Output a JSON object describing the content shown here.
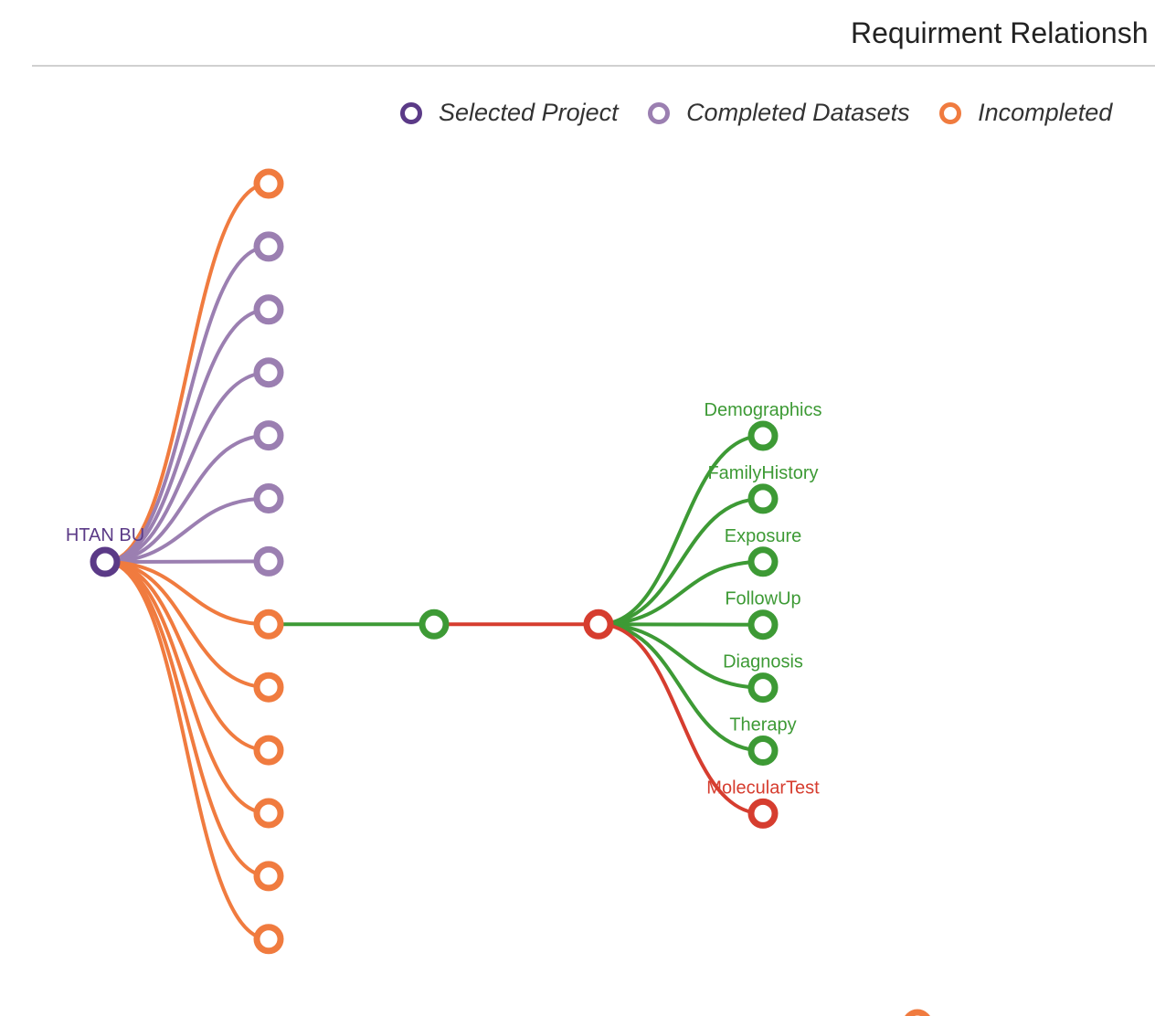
{
  "header": {
    "title": "Requirment Relationsh"
  },
  "legend": [
    {
      "label": "Selected Project",
      "color": "#5b3a87"
    },
    {
      "label": "Completed Datasets",
      "color": "#9b7fb1"
    },
    {
      "label": "Incompleted",
      "color": "#f07b3f"
    }
  ],
  "colors": {
    "selected": "#5b3a87",
    "completed": "#9b7fb1",
    "incomplete": "#f07b3f",
    "complete_requirement": "#3d9a35",
    "missing_requirement": "#d63d2f"
  },
  "tree": {
    "root": {
      "label": "HTAN BU",
      "status": "selected"
    },
    "datasets": [
      {
        "status": "incomplete"
      },
      {
        "status": "completed"
      },
      {
        "status": "completed"
      },
      {
        "status": "completed"
      },
      {
        "status": "completed"
      },
      {
        "status": "completed"
      },
      {
        "status": "completed"
      },
      {
        "status": "incomplete",
        "expanded": true
      },
      {
        "status": "incomplete"
      },
      {
        "status": "incomplete"
      },
      {
        "status": "incomplete"
      },
      {
        "status": "incomplete"
      },
      {
        "status": "incomplete"
      }
    ],
    "chain": [
      {
        "status": "complete_requirement"
      },
      {
        "status": "missing_requirement"
      }
    ],
    "requirements": [
      {
        "label": "Demographics",
        "status": "complete_requirement"
      },
      {
        "label": "FamilyHistory",
        "status": "complete_requirement"
      },
      {
        "label": "Exposure",
        "status": "complete_requirement"
      },
      {
        "label": "FollowUp",
        "status": "complete_requirement"
      },
      {
        "label": "Diagnosis",
        "status": "complete_requirement"
      },
      {
        "label": "Therapy",
        "status": "complete_requirement"
      },
      {
        "label": "MolecularTest",
        "status": "missing_requirement"
      }
    ],
    "stray_nodes": [
      {
        "status": "incomplete"
      }
    ]
  }
}
